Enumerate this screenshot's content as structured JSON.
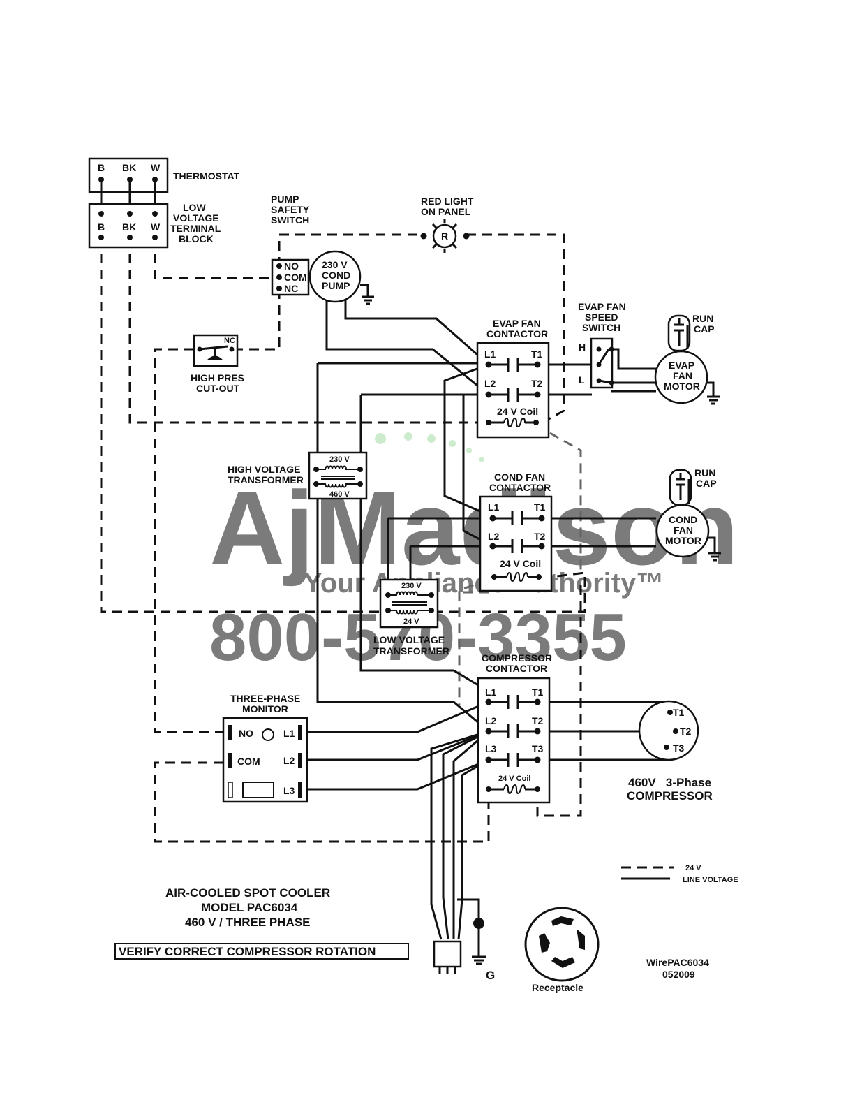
{
  "thermostat": {
    "title": "THERMOSTAT",
    "terminals": [
      "B",
      "BK",
      "W"
    ]
  },
  "terminal_block": {
    "title": [
      "LOW",
      "VOLTAGE",
      "TERMINAL",
      "BLOCK"
    ],
    "terminals": [
      "B",
      "BK",
      "W"
    ]
  },
  "pump_safety_switch": {
    "title": [
      "PUMP",
      "SAFETY",
      "SWITCH"
    ],
    "terminals": [
      "NO",
      "COM",
      "NC"
    ]
  },
  "cond_pump": {
    "lines": [
      "230 V",
      "COND",
      "PUMP"
    ]
  },
  "red_light": {
    "title": [
      "RED LIGHT",
      "ON  PANEL"
    ],
    "symbol": "R"
  },
  "high_pres": {
    "nc": "NC",
    "title": [
      "HIGH PRES",
      "CUT-OUT"
    ]
  },
  "evap_fan_contactor": {
    "title": [
      "EVAP FAN",
      "CONTACTOR"
    ],
    "l1": "L1",
    "t1": "T1",
    "l2": "L2",
    "t2": "T2",
    "coil": "24 V Coil"
  },
  "evap_fan_speed_switch": {
    "title": [
      "EVAP FAN",
      "SPEED",
      "SWITCH"
    ],
    "h": "H",
    "l": "L"
  },
  "evap_fan_motor": {
    "lines": [
      "EVAP",
      "FAN",
      "MOTOR"
    ],
    "cap": [
      "RUN",
      "CAP"
    ]
  },
  "hv_transformer": {
    "title": [
      "HIGH VOLTAGE",
      "TRANSFORMER"
    ],
    "top": "230 V",
    "bottom": "460 V"
  },
  "cond_fan_contactor": {
    "title": [
      "COND FAN",
      "CONTACTOR"
    ],
    "l1": "L1",
    "t1": "T1",
    "l2": "L2",
    "t2": "T2",
    "coil": "24 V Coil"
  },
  "cond_fan_motor": {
    "lines": [
      "COND",
      "FAN",
      "MOTOR"
    ],
    "cap": [
      "RUN",
      "CAP"
    ]
  },
  "lv_transformer": {
    "title": [
      "LOW VOLTAGE",
      "TRANSFORMER"
    ],
    "top": "230 V",
    "bottom": "24 V"
  },
  "compressor_contactor": {
    "title": [
      "COMPRESSOR",
      "CONTACTOR"
    ],
    "l1": "L1",
    "t1": "T1",
    "l2": "L2",
    "t2": "T2",
    "l3": "L3",
    "t3": "T3",
    "coil": "24 V Coil"
  },
  "three_phase_monitor": {
    "title": [
      "THREE-PHASE",
      "MONITOR"
    ],
    "no": "NO",
    "com": "COM",
    "l1": "L1",
    "l2": "L2",
    "l3": "L3"
  },
  "compressor": {
    "t1": "T1",
    "t2": "T2",
    "t3": "T3",
    "title": [
      "460V   3-Phase",
      "COMPRESSOR"
    ]
  },
  "legend": {
    "dashed": "24 V",
    "solid": "LINE VOLTAGE"
  },
  "caption": {
    "lines": [
      "AIR-COOLED SPOT COOLER",
      "MODEL PAC6034",
      "460 V / THREE PHASE"
    ],
    "warning": "VERIFY CORRECT COMPRESSOR ROTATION"
  },
  "ground": "G",
  "receptacle": "Receptacle",
  "doc_code": [
    "WirePAC6034",
    "052009"
  ],
  "watermark": {
    "brand": "AjMadison",
    "tagline": "Your Appliance Authority™",
    "phone": "800-570-3355",
    "colors": {
      "green": "#8fd18f",
      "blue": "#8fa8d8"
    }
  }
}
